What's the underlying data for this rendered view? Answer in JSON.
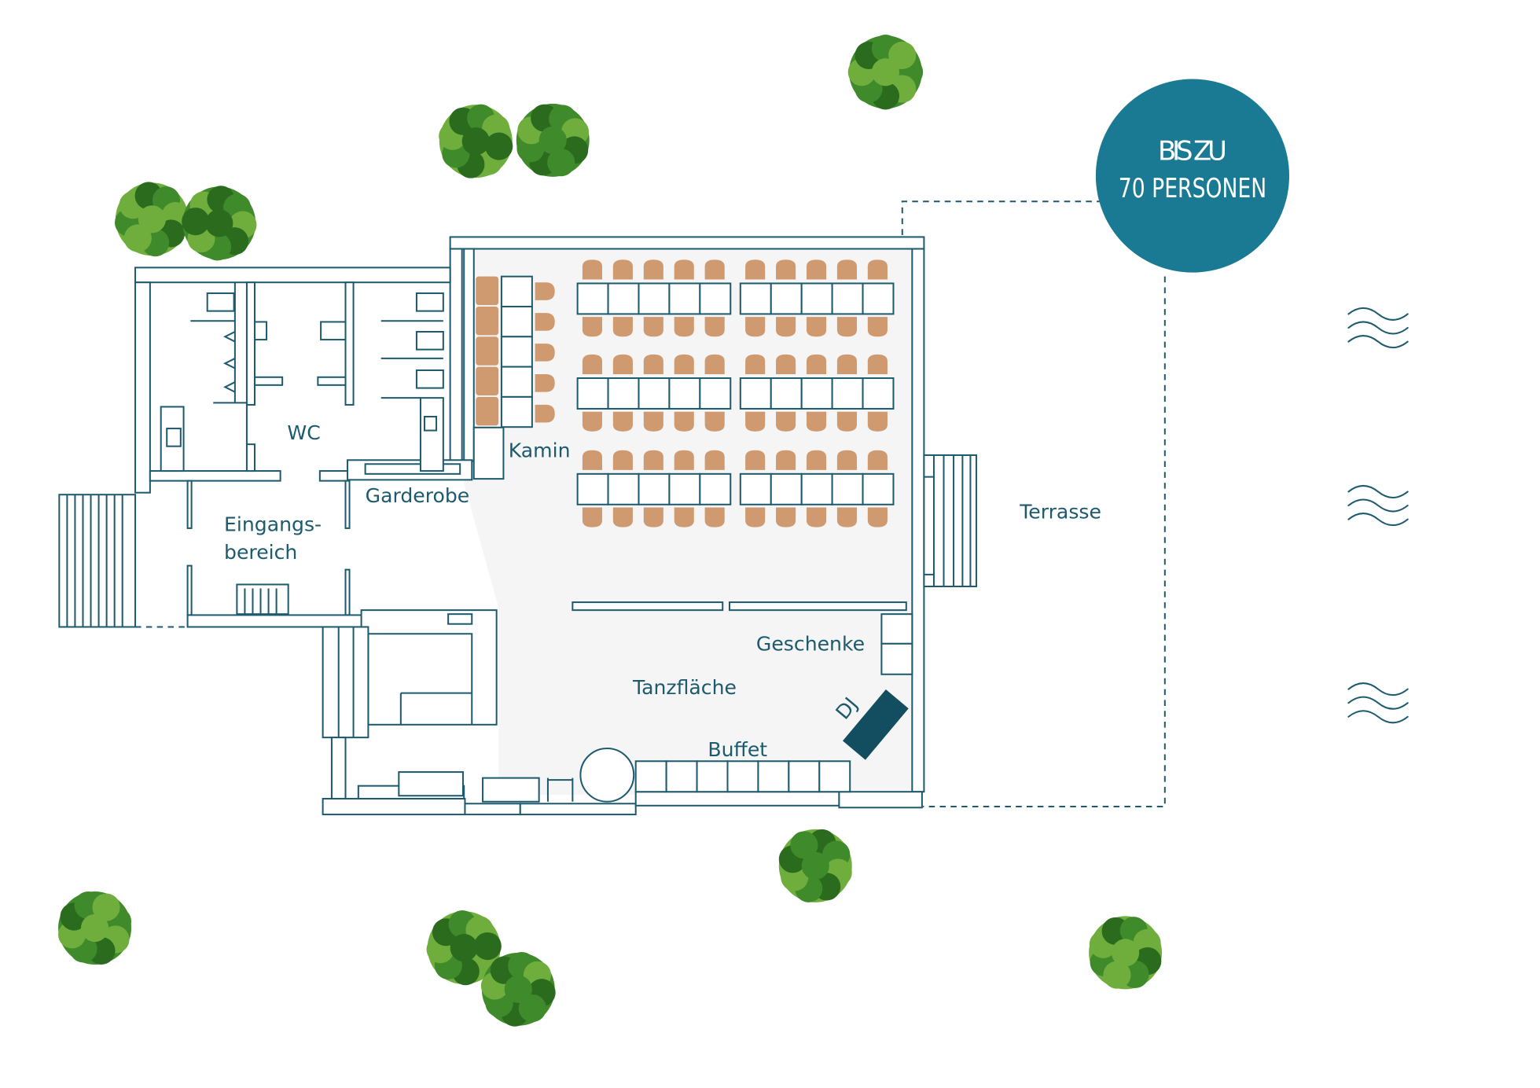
{
  "badge": {
    "line1": "BIS ZU",
    "line2": "70 PERSONEN",
    "color": "#1a7a93"
  },
  "labels": {
    "wc": "WC",
    "kamin": "Kamin",
    "garderobe": "Garderobe",
    "eingang1": "Eingangs-",
    "eingang2": "bereich",
    "terrasse": "Terrasse",
    "geschenke": "Geschenke",
    "tanzflaeche": "Tanzfläche",
    "dj": "DJ",
    "buffet": "Buffet"
  },
  "colors": {
    "lines": "#1d5a6e",
    "chairs": "#d09a70",
    "floor": "#f5f5f5"
  }
}
